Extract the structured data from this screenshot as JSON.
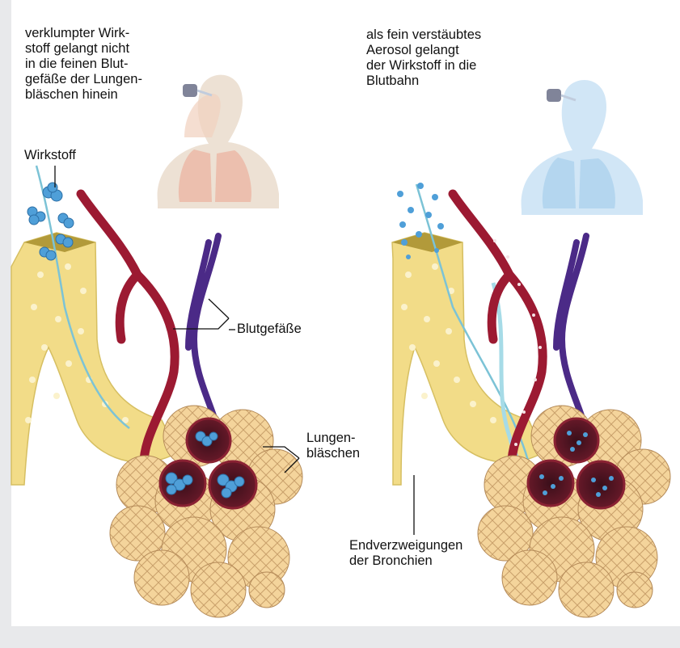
{
  "colors": {
    "background": "#e8e9eb",
    "panel": "#ffffff",
    "bronchus": "#f2dc88",
    "vessel_red": "#9c1a32",
    "vessel_purple": "#4b2a87",
    "agent_blue": "#4f9fd8",
    "alveolus": "#f1cf95"
  },
  "labels": {
    "left_caption": "verklumpter Wirk-\nstoff gelangt nicht\nin die feinen Blut-\ngefäße der Lungen-\nbläschen hinein",
    "right_caption": "als fein verstäubtes\nAerosol gelangt\nder Wirkstoff in die\nBlutbahn",
    "wirkstoff": "Wirkstoff",
    "blutgefaesse": "Blutgefäße",
    "lungenblaeschen": "Lungen-\nbläschen",
    "endverzweigungen": "Endverzweigungen\nder Bronchien"
  }
}
